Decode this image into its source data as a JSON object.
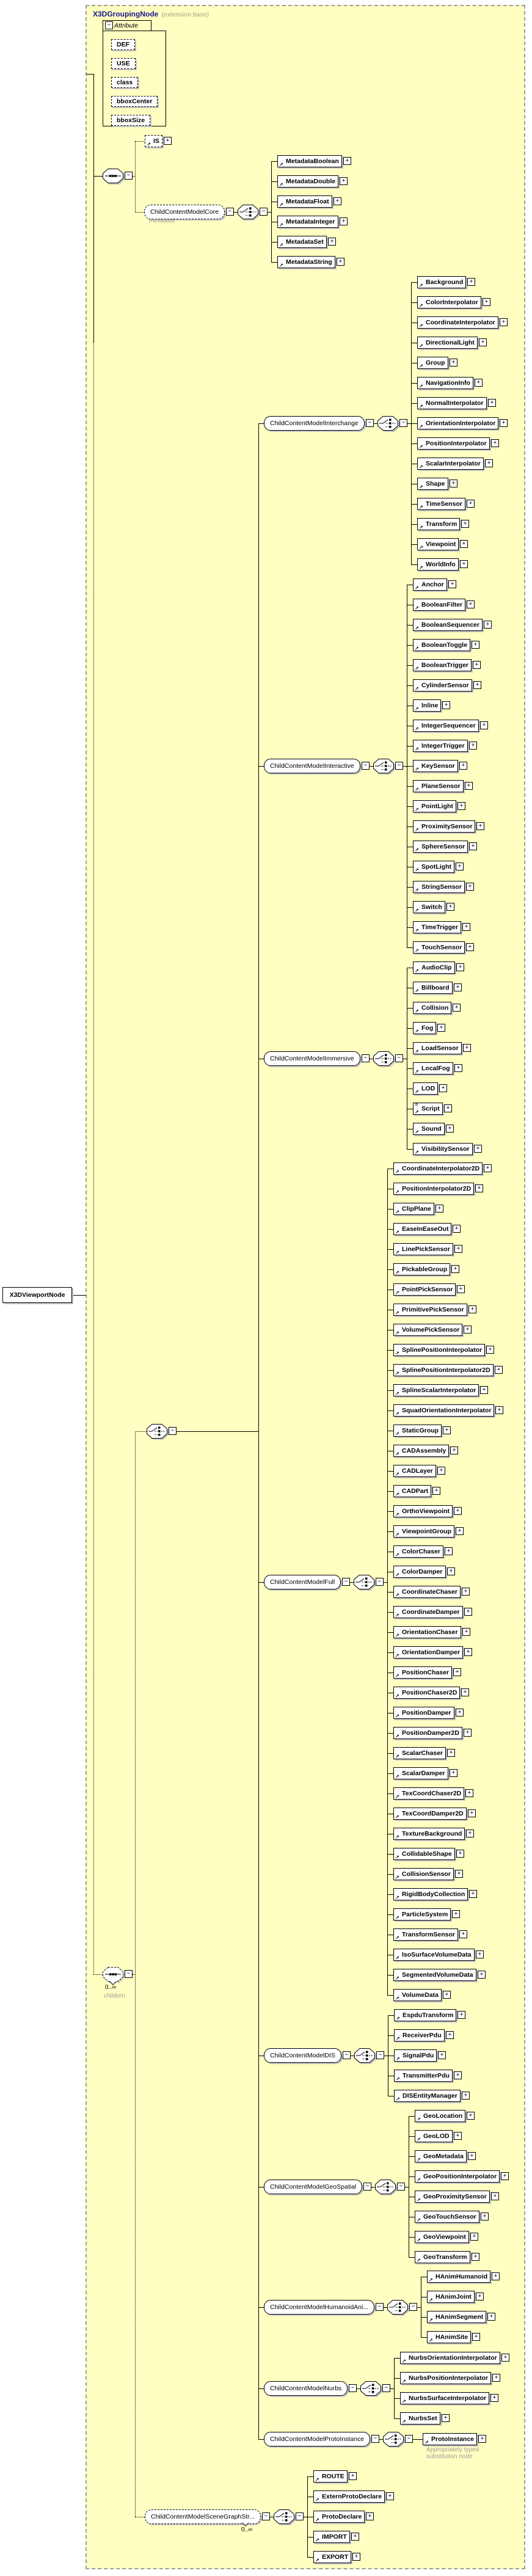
{
  "diagram_type": "xml-schema-content-model",
  "root_element": {
    "name": "X3DViewportNode"
  },
  "base_type": {
    "name": "X3DGroupingNode",
    "qualifier": "(extension base)"
  },
  "attribute_box": {
    "title": "Attribute",
    "attributes": [
      "DEF",
      "USE",
      "class",
      "bboxCenter",
      "bboxSize"
    ]
  },
  "is_element": {
    "name": "IS"
  },
  "metadata_group": {
    "name": "ChildContentModelCore",
    "annotation": "metadata",
    "compositor": "choice",
    "elements": [
      "MetadataBoolean",
      "MetadataDouble",
      "MetadataFloat",
      "MetadataInteger",
      "MetadataSet",
      "MetadataString"
    ]
  },
  "children_compositor": {
    "kind": "sequence",
    "occurs": "0..∞",
    "annotation": "children"
  },
  "content_model_groups": [
    {
      "name": "ChildContentModelInterchange",
      "compositor": "choice",
      "elements": [
        "Background",
        "ColorInterpolator",
        "CoordinateInterpolator",
        "DirectionalLight",
        "Group",
        "NavigationInfo",
        "NormalInterpolator",
        "OrientationInterpolator",
        "PositionInterpolator",
        "ScalarInterpolator",
        "Shape",
        "TimeSensor",
        "Transform",
        "Viewpoint",
        "WorldInfo"
      ]
    },
    {
      "name": "ChildContentModelInteractive",
      "compositor": "choice",
      "elements": [
        "Anchor",
        "BooleanFilter",
        "BooleanSequencer",
        "BooleanToggle",
        "BooleanTrigger",
        "CylinderSensor",
        "Inline",
        "IntegerSequencer",
        "IntegerTrigger",
        "KeySensor",
        "PlaneSensor",
        "PointLight",
        "ProximitySensor",
        "SphereSensor",
        "SpotLight",
        "StringSensor",
        "Switch",
        "TimeTrigger",
        "TouchSensor"
      ]
    },
    {
      "name": "ChildContentModelImmersive",
      "compositor": "choice",
      "elements": [
        "AudioClip",
        "Billboard",
        "Collision",
        "Fog",
        "LoadSensor",
        "LocalFog",
        "LOD",
        "Script",
        "Sound",
        "VisibilitySensor"
      ]
    },
    {
      "name": "ChildContentModelFull",
      "compositor": "choice",
      "elements": [
        "CoordinateInterpolator2D",
        "PositionInterpolator2D",
        "ClipPlane",
        "EaseInEaseOut",
        "LinePickSensor",
        "PickableGroup",
        "PointPickSensor",
        "PrimitivePickSensor",
        "VolumePickSensor",
        "SplinePositionInterpolator",
        "SplinePositionInterpolator2D",
        "SplineScalarInterpolator",
        "SquadOrientationInterpolator",
        "StaticGroup",
        "CADAssembly",
        "CADLayer",
        "CADPart",
        "OrthoViewpoint",
        "ViewpointGroup",
        "ColorChaser",
        "ColorDamper",
        "CoordinateChaser",
        "CoordinateDamper",
        "OrientationChaser",
        "OrientationDamper",
        "PositionChaser",
        "PositionChaser2D",
        "PositionDamper",
        "PositionDamper2D",
        "ScalarChaser",
        "ScalarDamper",
        "TexCoordChaser2D",
        "TexCoordDamper2D",
        "TextureBackground",
        "CollidableShape",
        "CollisionSensor",
        "RigidBodyCollection",
        "ParticleSystem",
        "TransformSensor",
        "IsoSurfaceVolumeData",
        "SegmentedVolumeData",
        "VolumeData"
      ]
    },
    {
      "name": "ChildContentModelDIS",
      "compositor": "choice",
      "elements": [
        "EspduTransform",
        "ReceiverPdu",
        "SignalPdu",
        "TransmitterPdu",
        "DISEntityManager"
      ]
    },
    {
      "name": "ChildContentModelGeoSpatial",
      "compositor": "choice",
      "elements": [
        "GeoLocation",
        "GeoLOD",
        "GeoMetadata",
        "GeoPositionInterpolator",
        "GeoProximitySensor",
        "GeoTouchSensor",
        "GeoViewpoint",
        "GeoTransform"
      ]
    },
    {
      "name": "ChildContentModelHumanoidAni...",
      "compositor": "choice",
      "elements": [
        "HAnimHumanoid",
        "HAnimJoint",
        "HAnimSegment",
        "HAnimSite"
      ]
    },
    {
      "name": "ChildContentModelNurbs",
      "compositor": "choice",
      "elements": [
        "NurbsOrientationInterpolator",
        "NurbsPositionInterpolator",
        "NurbsSurfaceInterpolator",
        "NurbsSet"
      ]
    },
    {
      "name": "ChildContentModelProtoInstance",
      "compositor": "choice",
      "elements": [
        "ProtoInstance"
      ],
      "element_annotation": "Appropriately typed\nsubstitution node"
    }
  ],
  "scenegraph_group": {
    "name": "ChildContentModelSceneGraphStr...",
    "occurs": "0..∞",
    "compositor": "choice",
    "elements": [
      "ROUTE",
      "ExternProtoDeclare",
      "ProtoDeclare",
      "IMPORT",
      "EXPORT"
    ]
  },
  "special_icon_elements": [
    "Script"
  ],
  "icons": {
    "reference_arrow": "↗",
    "expand": "+",
    "collapse": "−",
    "script_lines": "≡"
  },
  "colors": {
    "background": "#ffffc2",
    "box_fill": "#ffffff",
    "shadow": "#c3c3c3",
    "frame_dash": "#9e9e9e",
    "annotation": "#9c9c9c",
    "base_name": "#16168c",
    "base_qualifier": "#a2a27a"
  }
}
